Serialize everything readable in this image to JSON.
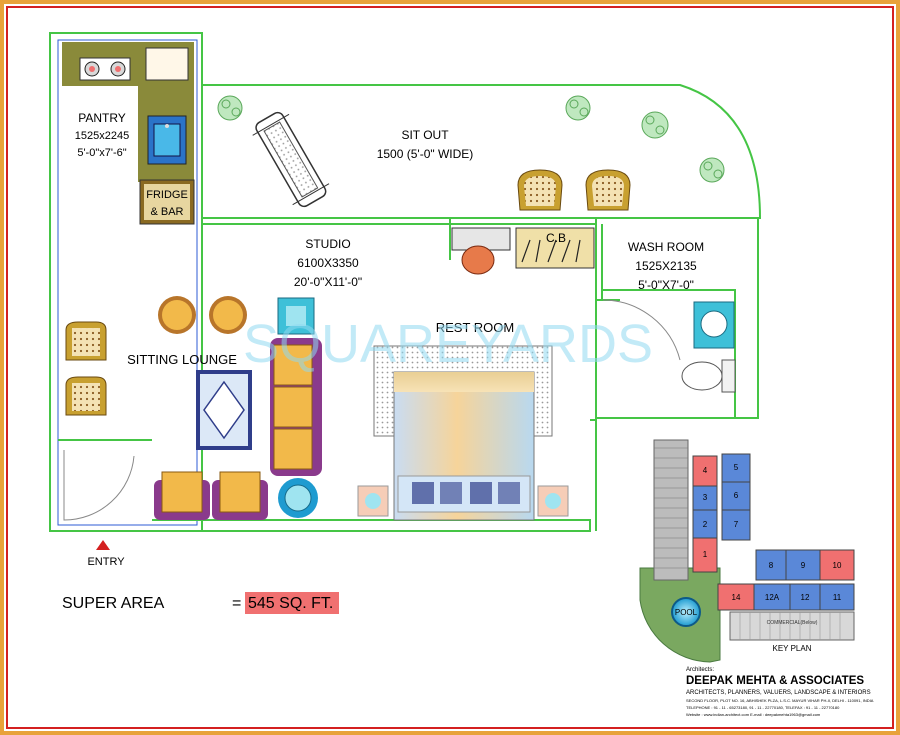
{
  "rooms": {
    "pantry": {
      "name": "PANTRY",
      "metric": "1525x2245",
      "imperial": "5'-0\"x7'-6\""
    },
    "fridge": {
      "line1": "FRIDGE",
      "line2": "& BAR"
    },
    "sitout": {
      "name": "SIT OUT",
      "detail": "1500 (5'-0\" WIDE)"
    },
    "studio": {
      "name": "STUDIO",
      "metric": "6100X3350",
      "imperial": "20'-0\"X11'-0\""
    },
    "cb": "C.B",
    "washroom": {
      "name": "WASH ROOM",
      "metric": "1525X2135",
      "imperial": "5'-0\"X7'-0\""
    },
    "lounge": "SITTING LOUNGE",
    "restroom": "REST ROOM"
  },
  "entry": "ENTRY",
  "watermark": "SQUAREYARDS",
  "super_area": {
    "label": "SUPER AREA",
    "equals": "=",
    "value": "545 SQ. FT."
  },
  "key_plan": {
    "title": "KEY PLAN",
    "pool": "POOL",
    "commercial": "COMMERCIAL(Below)",
    "units": [
      "1",
      "2",
      "3",
      "4",
      "5",
      "6",
      "7",
      "8",
      "9",
      "10",
      "11",
      "12",
      "12A",
      "14"
    ]
  },
  "architect": {
    "caption": "Architects:",
    "name": "DEEPAK MEHTA & ASSOCIATES",
    "tagline": "ARCHITECTS, PLANNERS, VALUERS, LANDSCAPE & INTERIORS",
    "address": "SECOND FLOOR, PLOT NO. 16, ABHISHEK PLZA, L.S.C. MAYUR VIHAR PH-II, DELHI - 110091, INDIA",
    "telephone": "TELEPHONE : 91 - 11 - 65273180, 91 - 11 - 22770180,    TELEFAX : 91 - 11 - 22770180",
    "website": "Website : www.indian-architect.com    E-mail :    deepakmehta1963@gmail.com"
  },
  "colors": {
    "wall": "#45c545",
    "highlight": "#f07070",
    "pool": "#3ec0d8",
    "sofa": "#8a3a8c",
    "cushion": "#f2b94a",
    "table": "#2f3d8a"
  }
}
